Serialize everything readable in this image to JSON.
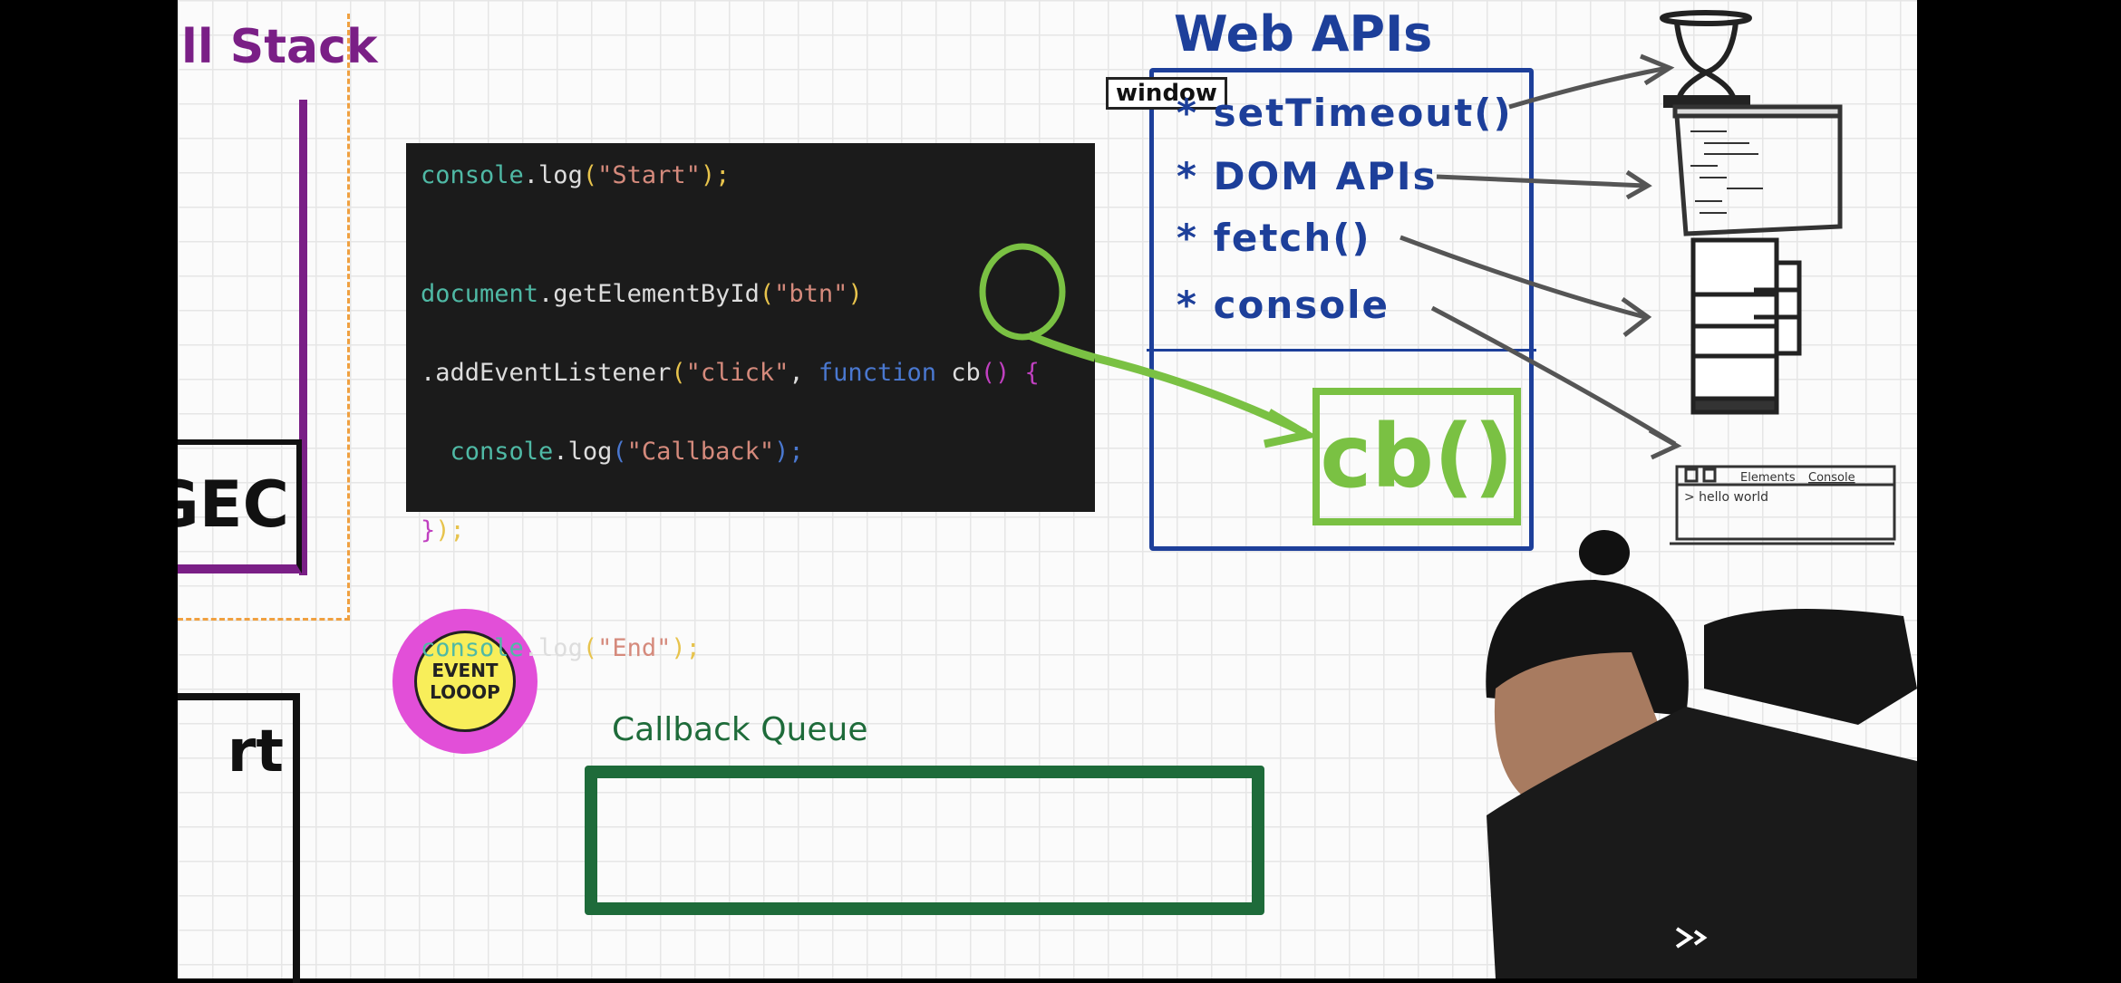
{
  "call_stack": {
    "title": "ll Stack",
    "gec_label": "GEC",
    "bottom_label": "rt"
  },
  "code": {
    "lines": [
      {
        "obj": "console",
        "method": ".log",
        "open": "(",
        "str": "\"Start\"",
        "close": ");"
      },
      {
        "obj": "document",
        "method": ".getElementById",
        "open": "(",
        "str": "\"btn\"",
        "close": ")"
      },
      {
        "method": ".addEventListener",
        "open": "(",
        "str": "\"click\"",
        "comma": ", ",
        "kw": "function",
        "fn": " cb",
        "parens": "()",
        "brace": " {"
      },
      {
        "obj": "console",
        "method": ".log",
        "open": "(",
        "str": "\"Callback\"",
        "close": ");"
      },
      {
        "close_brace": "}",
        "close": ");"
      },
      {
        "obj": "console",
        "method": ".log",
        "open": "(",
        "str": "\"End\"",
        "close": ");"
      }
    ]
  },
  "web_apis": {
    "title": "Web APIs",
    "window_label": "window",
    "items": [
      "* setTimeout()",
      "* DOM APIs",
      "* fetch()",
      "* console"
    ],
    "callback_box": "cb()"
  },
  "icons": {
    "console_tabs": [
      "Elements",
      "Console"
    ],
    "console_output": "> hello world"
  },
  "event_loop": {
    "label": "EVENT\nLOOOP"
  },
  "callback_queue": {
    "label": "Callback Queue"
  },
  "colors": {
    "purple": "#7a1f86",
    "blue": "#1d3f9a",
    "green": "#7ac143",
    "queue_green": "#1e6b3a",
    "orange": "#f0a040"
  }
}
